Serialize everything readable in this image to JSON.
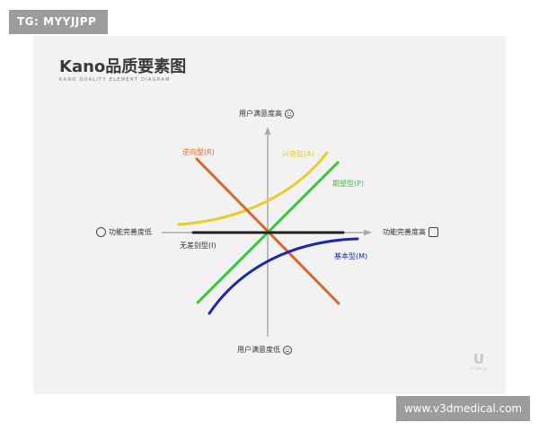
{
  "tag_top": "TG: MYYJJPP",
  "tag_bottom": "www.v3dmedical.com",
  "title": "Kano品质要素图",
  "subtitle": "KANO QUALITY ELEMENT DIAGRAM",
  "axes": {
    "top": "用户满意度高",
    "bottom": "用户满意度低",
    "left": "功能完善度低",
    "right": "功能完善度高"
  },
  "curves": [
    {
      "id": "reverse",
      "label": "逆向型(R)",
      "color": "#d9662b"
    },
    {
      "id": "excitement",
      "label": "兴奋型(A)",
      "color": "#e8cc2e"
    },
    {
      "id": "performance",
      "label": "期望型(P)",
      "color": "#3cc43c"
    },
    {
      "id": "indifferent",
      "label": "无差别型(I)",
      "color": "#222222"
    },
    {
      "id": "basic",
      "label": "基本型(M)",
      "color": "#1f2aa8"
    }
  ],
  "icons": {
    "top": "smile-face-icon",
    "bottom": "sad-face-icon",
    "left": "empty-circle-icon",
    "right": "full-frame-icon"
  },
  "watermark": {
    "glyph": "U",
    "text": "UI Design"
  },
  "colors": {
    "axis": "#aaaaaa",
    "card": "#f2f2f2",
    "tag": "#9c9c9c"
  }
}
